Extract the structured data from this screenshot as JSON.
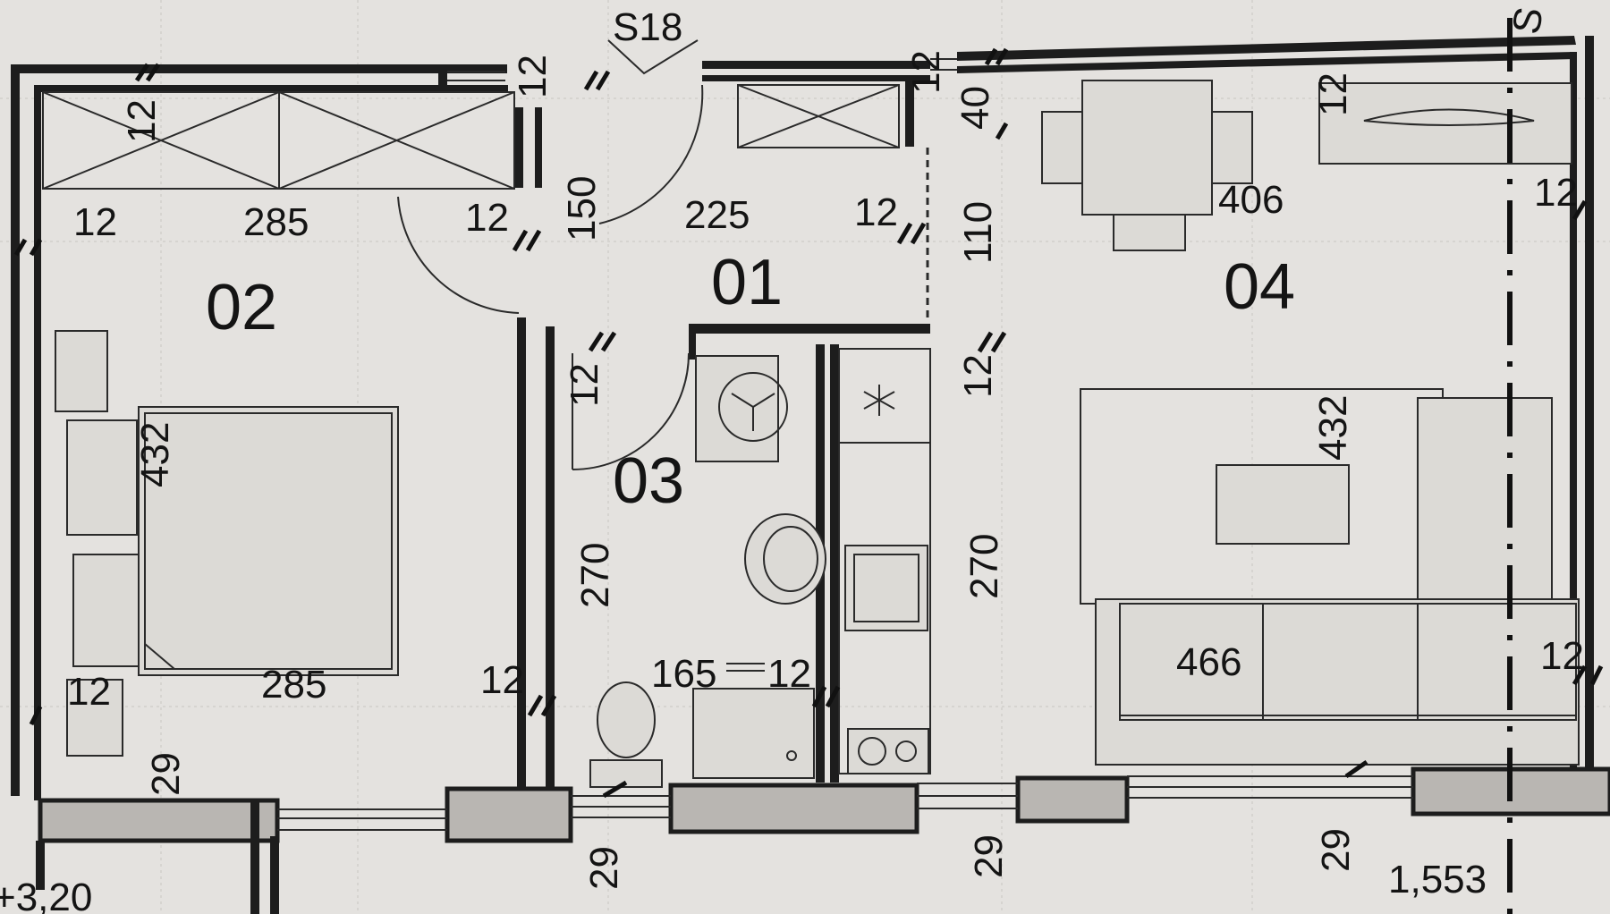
{
  "section_label": "S18",
  "section_label_2": "S",
  "rooms": {
    "r01": "01",
    "r02": "02",
    "r03": "03",
    "r04": "04"
  },
  "dimensions": {
    "d12_a": "12",
    "d12_b": "12",
    "d12_c": "12",
    "d12_d": "12",
    "d12_e": "12",
    "d12_f": "12",
    "d12_g": "12",
    "d12_h": "12",
    "d12_i": "12",
    "d12_j": "12",
    "d12_k": "12",
    "d12_l": "12",
    "d12_m": "12",
    "d12_n": "12",
    "d285_top": "285",
    "d285_bottom": "285",
    "d150": "150",
    "d225": "225",
    "d110": "110",
    "d40": "40",
    "d406": "406",
    "d432_left": "432",
    "d432_right": "432",
    "d270_left": "270",
    "d270_right": "270",
    "d165": "165",
    "d466": "466",
    "d29_a": "29",
    "d29_b": "29",
    "d29_c": "29",
    "d29_d": "29",
    "d1553": "1,553",
    "level": "+3,20"
  }
}
